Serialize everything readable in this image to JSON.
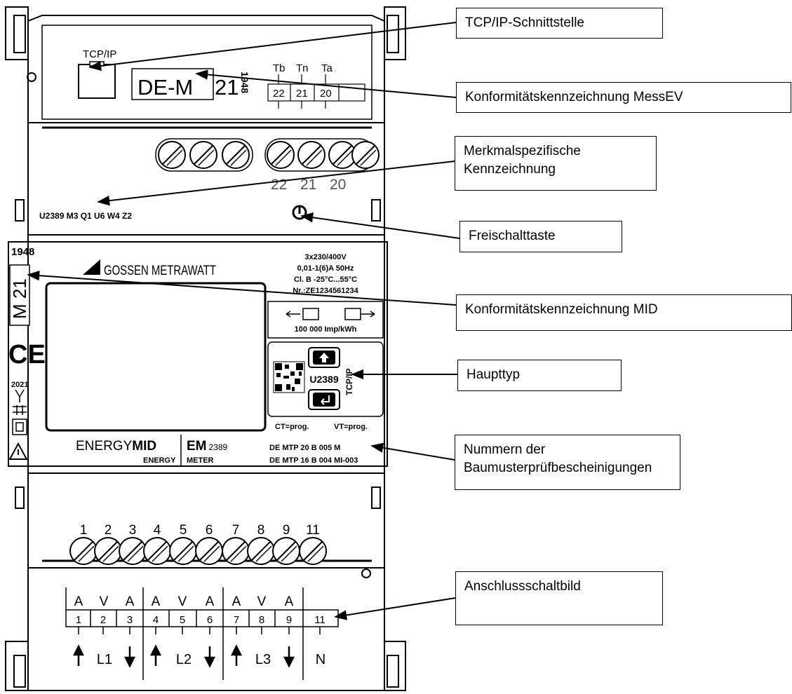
{
  "callouts": {
    "tcp_ip": "TCP/IP-Schnittstelle",
    "conformity_messev": "Konformitätskennzeichnung MessEV",
    "feature_marking": "Merkmalspezifische\nKennzeichnung",
    "release_button": "Freischalttaste",
    "conformity_mid": "Konformitätskennzeichnung MID",
    "main_type": "Haupttyp",
    "certificate_numbers": "Nummern der\nBaumusterprüfbescheinigungen",
    "wiring_diagram": "Anschlussschaltbild"
  },
  "device": {
    "top_module": {
      "tcp_label": "TCP/IP",
      "de_m_mark": "DE-M",
      "de_m_year": "21",
      "de_m_body": "1948",
      "aux_terminal_letters": [
        "Tb",
        "Tn",
        "Ta"
      ],
      "aux_terminal_numbers": [
        "22",
        "21",
        "20"
      ],
      "lower_terminal_numbers": [
        "22",
        "21",
        "20"
      ],
      "feature_code": "U2389 M3 Q1 U6 W4 Z2"
    },
    "front": {
      "body_number": "1948",
      "brand": "GOSSEN METRAWATT",
      "ratings": [
        "3x230/400V",
        "0,01-1(6)A  50Hz",
        "Cl. B -25°C...55°C",
        "Nr.:ZE1234561234"
      ],
      "mid_mark": "M 21",
      "ce_year": "2021",
      "impulse_rate": "100 000 Imp/kWh",
      "main_type": "U2389",
      "tcp_vertical": "TCP/IP",
      "prog_ct": "CT=prog.",
      "prog_vt": "VT=prog.",
      "product_prefix": "ENERGY",
      "product_bold": "MID",
      "product_sub": "ENERGY",
      "em_label": "EM",
      "em_number": "2389",
      "meter_label": "METER",
      "cert_1": "DE MTP 20 B 005 M",
      "cert_2": "DE MTP 16 B 004 MI-003"
    },
    "bottom_module": {
      "terminal_numbers": [
        "1",
        "2",
        "3",
        "4",
        "5",
        "6",
        "7",
        "8",
        "9",
        "11"
      ],
      "wiring_roles": [
        "A",
        "V",
        "A",
        "A",
        "V",
        "A",
        "A",
        "V",
        "A"
      ],
      "wiring_numbers": [
        "1",
        "2",
        "3",
        "4",
        "5",
        "6",
        "7",
        "8",
        "9",
        "11"
      ],
      "phases": [
        "L1",
        "L2",
        "L3"
      ],
      "neutral": "N"
    }
  }
}
